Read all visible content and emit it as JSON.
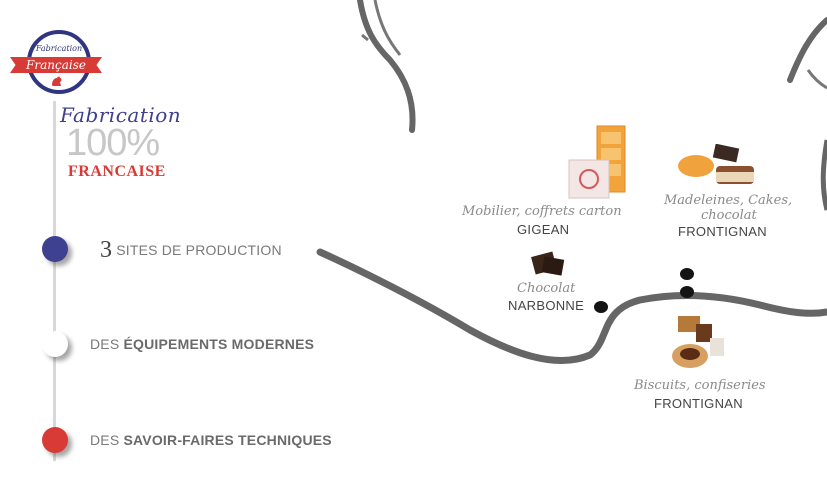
{
  "badge": {
    "top_text": "Fabrication",
    "ribbon_text": "Française",
    "colors": {
      "blue": "#2f3580",
      "red": "#d83a36"
    }
  },
  "title": {
    "script": "Fabrication",
    "percent": "100%",
    "francaise": "FRANCAISE"
  },
  "features": [
    {
      "number": "3",
      "prefix": "",
      "bold": "",
      "text": "SITES DE PRODUCTION",
      "bullet_color": "#3d4190"
    },
    {
      "number": "",
      "prefix": "DES ",
      "bold": "ÉQUIPEMENTS MODERNES",
      "text": "",
      "bullet_color": "#ffffff"
    },
    {
      "number": "",
      "prefix": "DES ",
      "bold": "SAVOIR-FAIRES TECHNIQUES",
      "text": "",
      "bullet_color": "#d83a36"
    }
  ],
  "sites": [
    {
      "product": "Mobilier, coffrets carton",
      "city": "GIGEAN",
      "icon": "box-icon"
    },
    {
      "product": "Madeleines, Cakes,",
      "product_line2": "chocolat",
      "city": "FRONTIGNAN",
      "icon": "madeleine-icon"
    },
    {
      "product": "Chocolat",
      "city": "NARBONNE",
      "icon": "chocolate-icon"
    },
    {
      "product": "Biscuits, confiseries",
      "city": "FRONTIGNAN",
      "icon": "biscuit-icon"
    }
  ]
}
